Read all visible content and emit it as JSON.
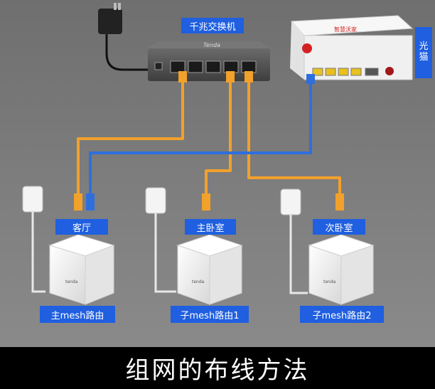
{
  "labels": {
    "switch": "千兆交换机",
    "modem_chars": [
      "光",
      "猫"
    ],
    "living_room": "客厅",
    "master_bedroom": "主卧室",
    "second_bedroom": "次卧室",
    "main_router": "主mesh路由",
    "sub_router_1": "子mesh路由1",
    "sub_router_2": "子mesh路由2"
  },
  "switch_brand": "Tenda",
  "modem_brand": "智慧沃家",
  "router_brand": "tenda",
  "caption": "组网的布线方法",
  "colors": {
    "background": "#7a7a7a",
    "label_bg": "#1f5fe0",
    "cable_orange": "#f2a12b",
    "cable_blue": "#2e6fdc",
    "router_white": "#f4f4f4",
    "switch_gray": "#5a5a5a"
  }
}
